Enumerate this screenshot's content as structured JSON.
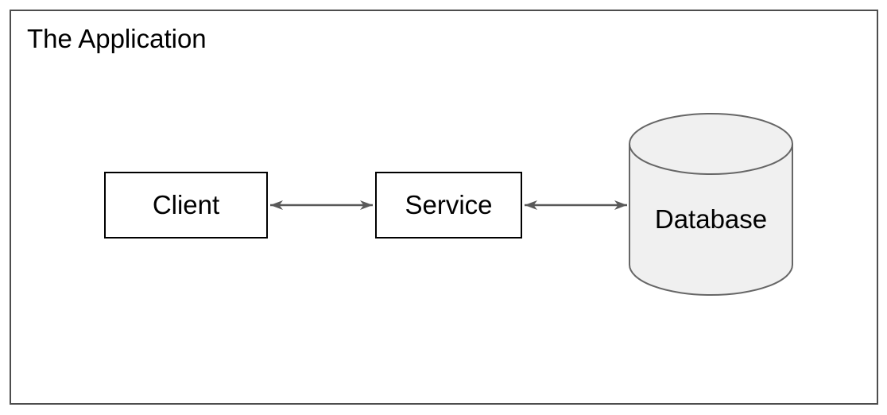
{
  "diagram": {
    "title": "The Application",
    "nodes": [
      {
        "id": "client",
        "label": "Client",
        "shape": "rectangle"
      },
      {
        "id": "service",
        "label": "Service",
        "shape": "rectangle"
      },
      {
        "id": "database",
        "label": "Database",
        "shape": "cylinder"
      }
    ],
    "connections": [
      {
        "from": "client",
        "to": "service",
        "style": "double-headed-arrow"
      },
      {
        "from": "service",
        "to": "database",
        "style": "double-headed-arrow"
      }
    ]
  },
  "colors": {
    "background": "#ffffff",
    "frame-border": "#4d4d4d",
    "node-border": "#000000",
    "node-fill": "#ffffff",
    "cylinder-fill": "#f0f0f0",
    "cylinder-stroke": "#666666",
    "arrow": "#595959",
    "text": "#000000"
  }
}
